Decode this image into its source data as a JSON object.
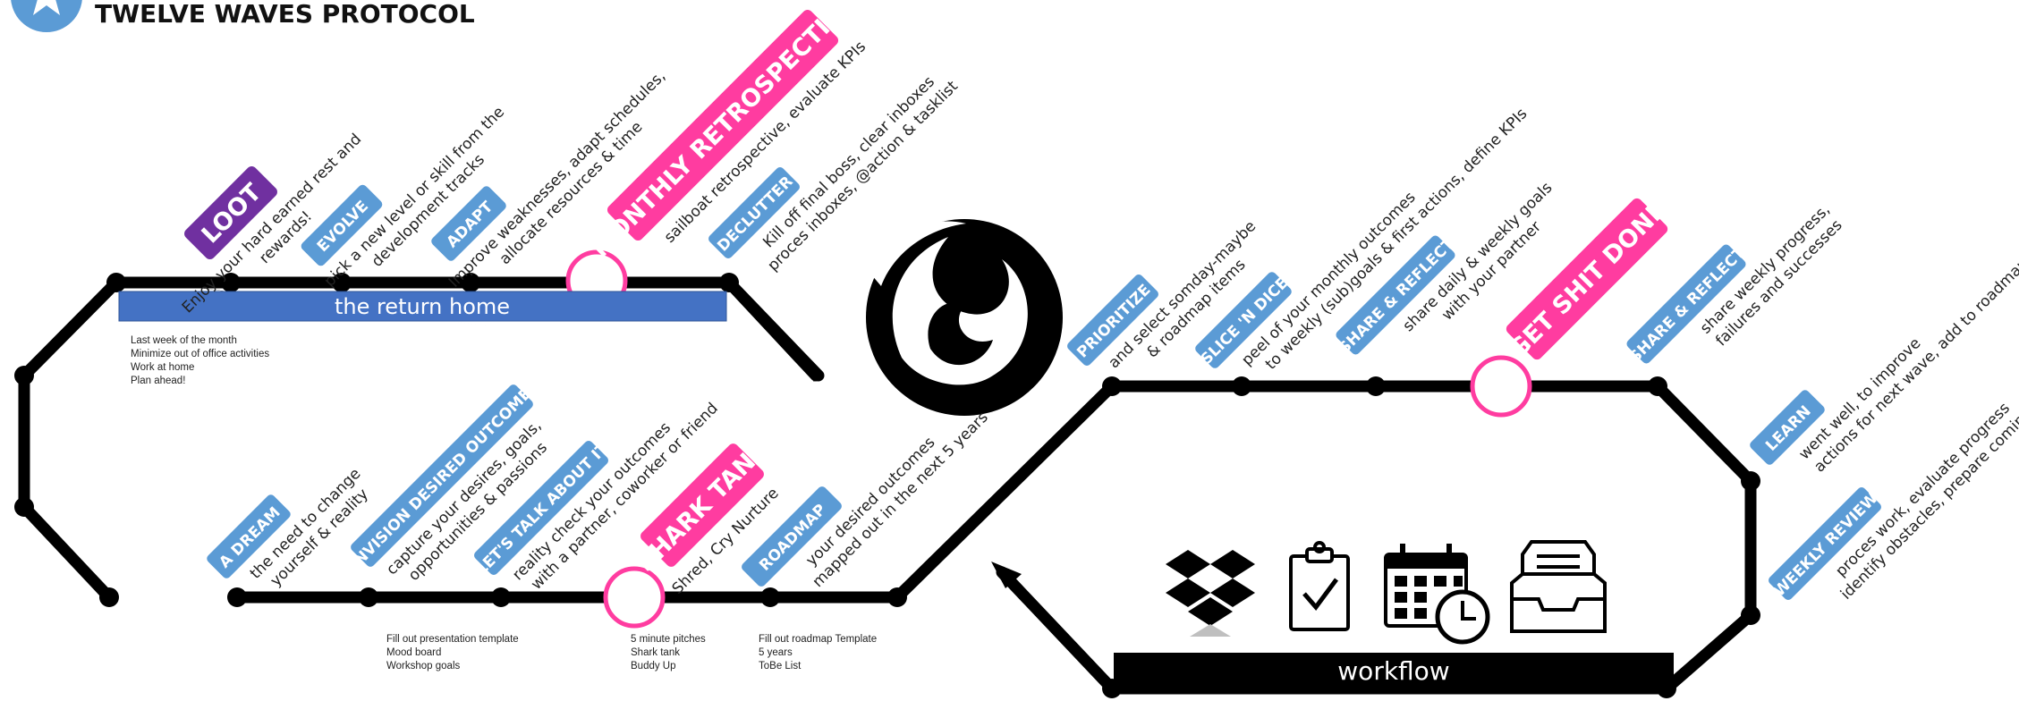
{
  "title": "TWELVE WAVES PROTOCOL",
  "colors": {
    "track": "#000000",
    "tag_blue": "#5b9bd5",
    "tag_purple": "#7030a0",
    "tag_pink": "#ff3ca0",
    "return_home_bar": "#4472c4",
    "workflow_bar": "#000000",
    "logo_circle": "#5b9bd5"
  },
  "tags": {
    "loot": "LOOT",
    "evolve": "EVOLVE",
    "adapt": "ADAPT",
    "monthly_retrospective": "MONTHLY RETROSPECTIVE",
    "declutter": "DECLUTTER",
    "prioritize": "PRIORITIZE",
    "slice_n_dice": "SLICE 'N DICE",
    "share_reflect_1": "SHARE & REFLECT",
    "get_shit_done": "GET SHIT DONE",
    "share_reflect_2": "SHARE & REFLECT",
    "learn": "LEARN",
    "weekly_review": "WEEKLY REVIEW",
    "a_dream": "A DREAM",
    "envision": "ENVISION DESIRED OUTCOMES",
    "lets_talk": "LET'S TALK ABOUT IT",
    "shark_tank": "SHARK TANK",
    "roadmap": "ROADMAP"
  },
  "descriptions": {
    "loot": [
      "Enjoy your hard earned rest and",
      "rewards!"
    ],
    "evolve": [
      "pick a new level or skill from the",
      "development tracks"
    ],
    "adapt": [
      "Improve weaknesses, adapt schedules,",
      "allocate resources & time"
    ],
    "monthly_retrospective": [
      "sailboat retrospective, evaluate KPIs"
    ],
    "declutter": [
      "Kill off final boss, clear inboxes",
      "proces inboxes, @action & tasklist"
    ],
    "prioritize": [
      "and select somday-maybe",
      "&  roadmap items"
    ],
    "slice_n_dice": [
      "peel of your monthly outcomes",
      "to weekly (sub)goals & first actions, define KPIs"
    ],
    "share_reflect_1": [
      "share daily & weekly goals",
      "with your partner"
    ],
    "share_reflect_2": [
      "share weekly progress,",
      "failures and successes"
    ],
    "learn": [
      "went well, to improve",
      "actions for next wave, add to roadmap"
    ],
    "weekly_review": [
      "proces work, evaluate progress",
      "identify obstacles, prepare coming week"
    ],
    "a_dream": [
      "the need to change",
      "yourself & reality"
    ],
    "envision": [
      "capture your desires, goals,",
      "opportunities & passions"
    ],
    "lets_talk": [
      "reality check your outcomes",
      "with a partner, coworker or friend"
    ],
    "shark_tank": [
      "Shred, Cry Nurture"
    ],
    "roadmap": [
      "your desired outcomes",
      "mapped out in the next 5 years"
    ]
  },
  "return_home": {
    "label": "the return home",
    "notes": [
      "Last week of the month",
      "Minimize out of office activities",
      "Work at home",
      "Plan ahead!"
    ]
  },
  "bottom_notes": {
    "lets_talk": [
      "Fill out presentation template",
      "Mood board",
      "Workshop goals"
    ],
    "shark_tank": [
      "5 minute pitches",
      "Shark tank",
      "Buddy Up"
    ],
    "roadmap": [
      "Fill out roadmap Template",
      "5 years",
      "ToBe List"
    ]
  },
  "workflow": {
    "label": "workflow",
    "icons": [
      "dropbox-icon",
      "clipboard-check-icon",
      "calendar-clock-icon",
      "inbox-tray-icon"
    ]
  },
  "logo": {
    "icon": "star-icon"
  },
  "emblem": {
    "icon": "wave-emblem-icon"
  }
}
